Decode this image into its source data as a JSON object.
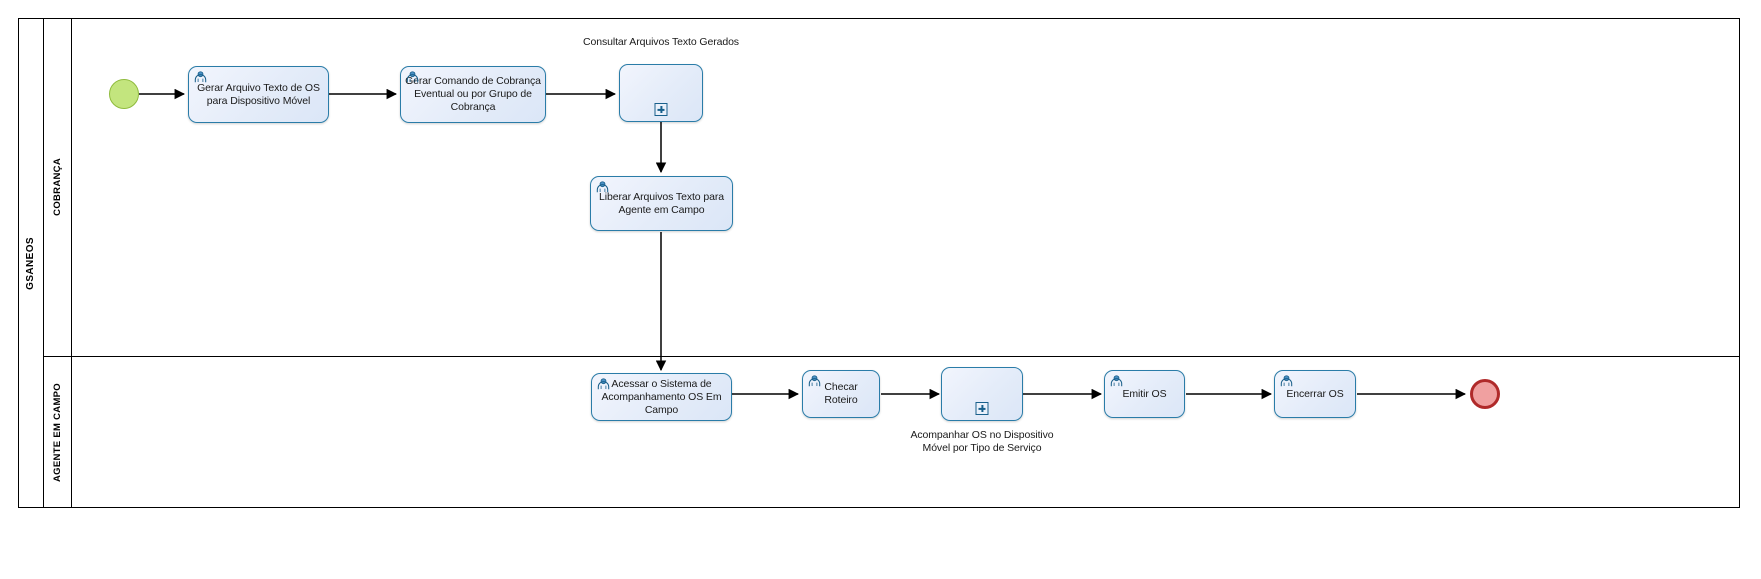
{
  "diagram": {
    "type": "bpmn-process",
    "pool": {
      "label": "GSANEOS"
    },
    "lanes": [
      {
        "id": "cobranca",
        "label": "COBRANÇA"
      },
      {
        "id": "agente",
        "label": "AGENTE EM CAMPO"
      }
    ],
    "events": [
      {
        "id": "start",
        "type": "start-event",
        "lane": "cobranca"
      },
      {
        "id": "end",
        "type": "end-event",
        "lane": "agente"
      }
    ],
    "tasks": [
      {
        "id": "t1",
        "lane": "cobranca",
        "type": "user-task",
        "label": "Gerar Arquivo Texto de OS para Dispositivo Móvel"
      },
      {
        "id": "t2",
        "lane": "cobranca",
        "type": "user-task",
        "label": "Gerar Comando de Cobrança Eventual ou por Grupo de Cobrança"
      },
      {
        "id": "t3",
        "lane": "cobranca",
        "type": "collapsed-subprocess",
        "label": "",
        "caption": "Consultar Arquivos Texto Gerados",
        "caption_position": "above"
      },
      {
        "id": "t4",
        "lane": "cobranca",
        "type": "user-task",
        "label": "Liberar Arquivos Texto para Agente em Campo"
      },
      {
        "id": "t5",
        "lane": "agente",
        "type": "user-task",
        "label": "Acessar o Sistema de Acompanhamento OS Em Campo"
      },
      {
        "id": "t6",
        "lane": "agente",
        "type": "user-task",
        "label": "Checar Roteiro"
      },
      {
        "id": "t7",
        "lane": "agente",
        "type": "collapsed-subprocess",
        "label": "",
        "caption": "Acompanhar OS no Dispositivo Móvel por Tipo de Serviço",
        "caption_position": "below"
      },
      {
        "id": "t8",
        "lane": "agente",
        "type": "user-task",
        "label": "Emitir OS"
      },
      {
        "id": "t9",
        "lane": "agente",
        "type": "user-task",
        "label": "Encerrar OS"
      }
    ],
    "flows": [
      {
        "from": "start",
        "to": "t1"
      },
      {
        "from": "t1",
        "to": "t2"
      },
      {
        "from": "t2",
        "to": "t3"
      },
      {
        "from": "t3",
        "to": "t4"
      },
      {
        "from": "t4",
        "to": "t5"
      },
      {
        "from": "t5",
        "to": "t6"
      },
      {
        "from": "t6",
        "to": "t7"
      },
      {
        "from": "t7",
        "to": "t8"
      },
      {
        "from": "t8",
        "to": "t9"
      },
      {
        "from": "t9",
        "to": "end"
      }
    ],
    "colors": {
      "task_border": "#2a7ca8",
      "task_fill": "#e4ecf9",
      "start_event_fill": "#c3e57e",
      "start_event_border": "#8fbb3d",
      "end_event_fill": "#f0a0a0",
      "end_event_border": "#b02a2a",
      "connector": "#000000",
      "lane_border": "#000000",
      "marker": "#19608c"
    }
  }
}
